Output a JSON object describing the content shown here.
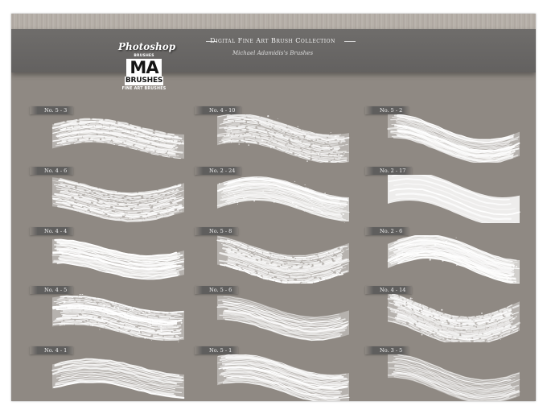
{
  "header": {
    "title": "Digital Fine Art Brush Collection",
    "subtitle": "Michael Adamidis's Brushes"
  },
  "logo": {
    "line1": "Photoshop",
    "line2": "BRUSHES",
    "mark": "MA",
    "mark_sub": "BRUSHES",
    "tagline": "FINE ART BRUSHES"
  },
  "brushes": [
    {
      "label": "No. 5 - 3",
      "style": "streaky"
    },
    {
      "label": "No. 4 - 10",
      "style": "dry"
    },
    {
      "label": "No. 5 - 2",
      "style": "fine"
    },
    {
      "label": "No. 4 - 6",
      "style": "streaky"
    },
    {
      "label": "No. 2 - 24",
      "style": "speckled"
    },
    {
      "label": "No. 2 - 17",
      "style": "solid"
    },
    {
      "label": "No. 4 - 4",
      "style": "fine"
    },
    {
      "label": "No. 5 - 8",
      "style": "streaky"
    },
    {
      "label": "No. 2 - 6",
      "style": "speckled"
    },
    {
      "label": "No. 4 - 5",
      "style": "dry"
    },
    {
      "label": "No. 5 - 6",
      "style": "smooth"
    },
    {
      "label": "No. 4 - 14",
      "style": "dry"
    },
    {
      "label": "No. 4 - 1",
      "style": "smooth"
    },
    {
      "label": "No. 5 - 1",
      "style": "fine"
    },
    {
      "label": "No. 3 - 5",
      "style": "smooth"
    }
  ]
}
